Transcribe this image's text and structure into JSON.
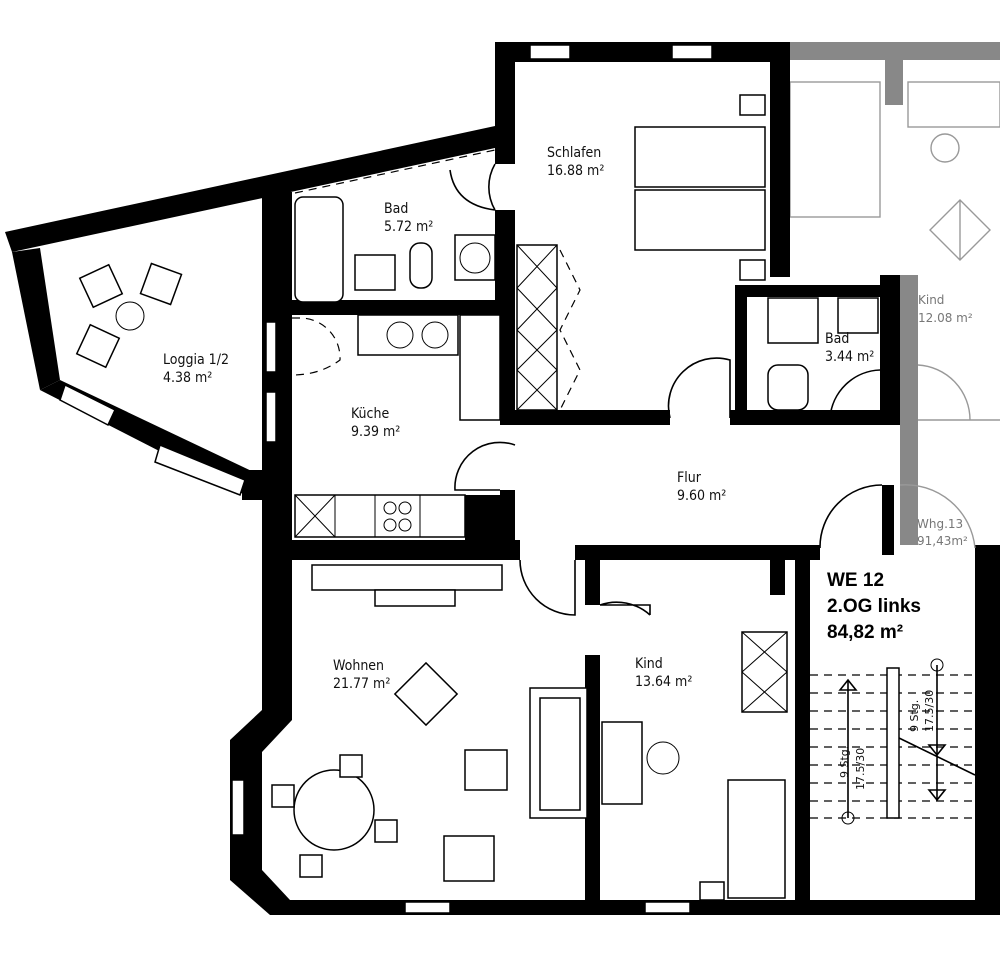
{
  "plan": {
    "unit_title": "WE 12",
    "unit_floor": "2.OG links",
    "unit_area": "84,82 m²",
    "rooms": [
      {
        "name": "Schlafen",
        "area": "16.88 m²"
      },
      {
        "name": "Bad",
        "area": "5.72 m²"
      },
      {
        "name": "Loggia 1/2",
        "area": "4.38 m²"
      },
      {
        "name": "Küche",
        "area": "9.39 m²"
      },
      {
        "name": "Bad",
        "area": "3.44 m²"
      },
      {
        "name": "Flur",
        "area": "9.60 m²"
      },
      {
        "name": "Wohnen",
        "area": "21.77 m²"
      },
      {
        "name": "Kind",
        "area": "13.64 m²"
      }
    ],
    "neighbor": [
      {
        "name": "Kind",
        "area": "12.08 m²"
      },
      {
        "name": "Whg.13",
        "area": "91,43m²"
      }
    ],
    "stairs": [
      {
        "steps": "9 Stg.",
        "ratio": "17.5/30"
      },
      {
        "steps": "9 Stg.",
        "ratio": "17.5/30"
      }
    ]
  }
}
